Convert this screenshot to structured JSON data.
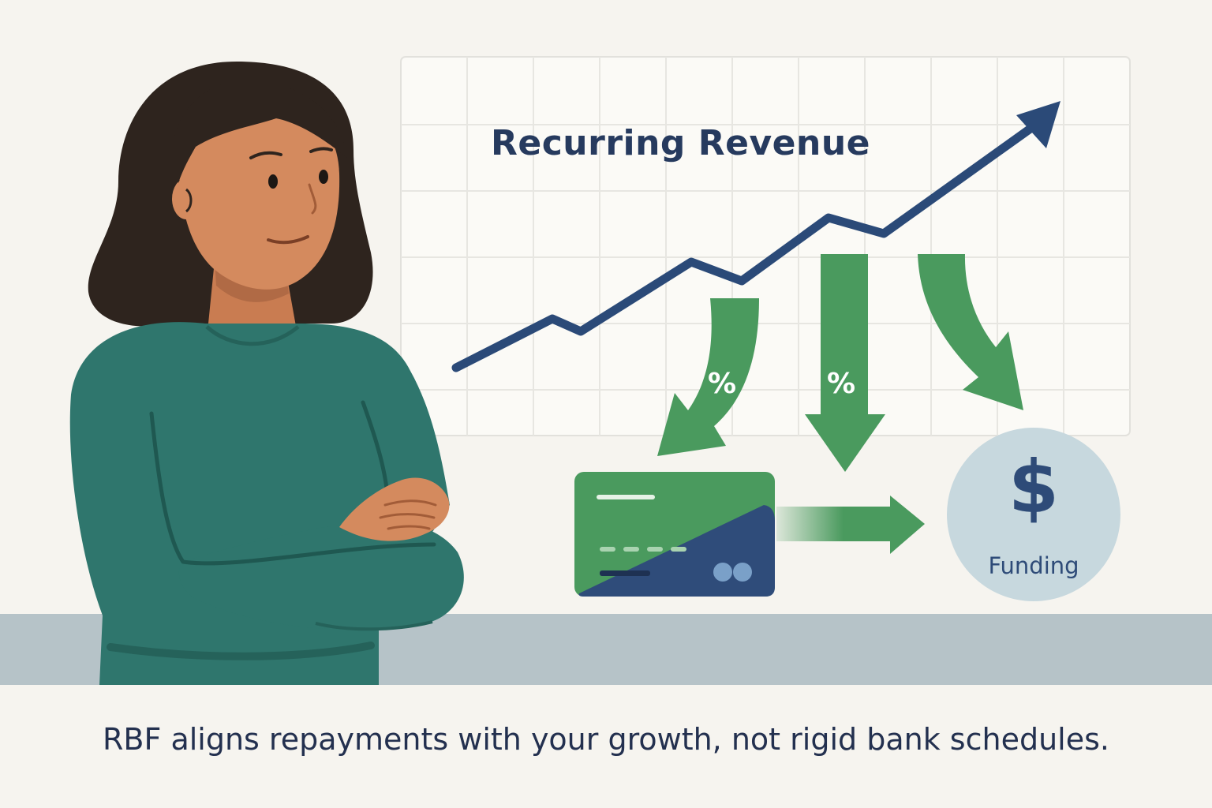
{
  "chart": {
    "title": "Recurring Revenue",
    "percent_labels": [
      "%",
      "%"
    ]
  },
  "funding": {
    "symbol": "$",
    "label": "Funding"
  },
  "caption": "RBF aligns repayments with your growth, not rigid bank schedules.",
  "colors": {
    "navy": "#2b4a78",
    "green": "#4a9a5e",
    "teal_shirt": "#2f766d",
    "skin": "#d48a5e",
    "hair": "#2e241e",
    "funding_circle": "#c7d8de",
    "floor": "#b6c3c8"
  },
  "icons": [
    "credit-card-icon",
    "dollar-icon",
    "trend-arrow-icon"
  ]
}
